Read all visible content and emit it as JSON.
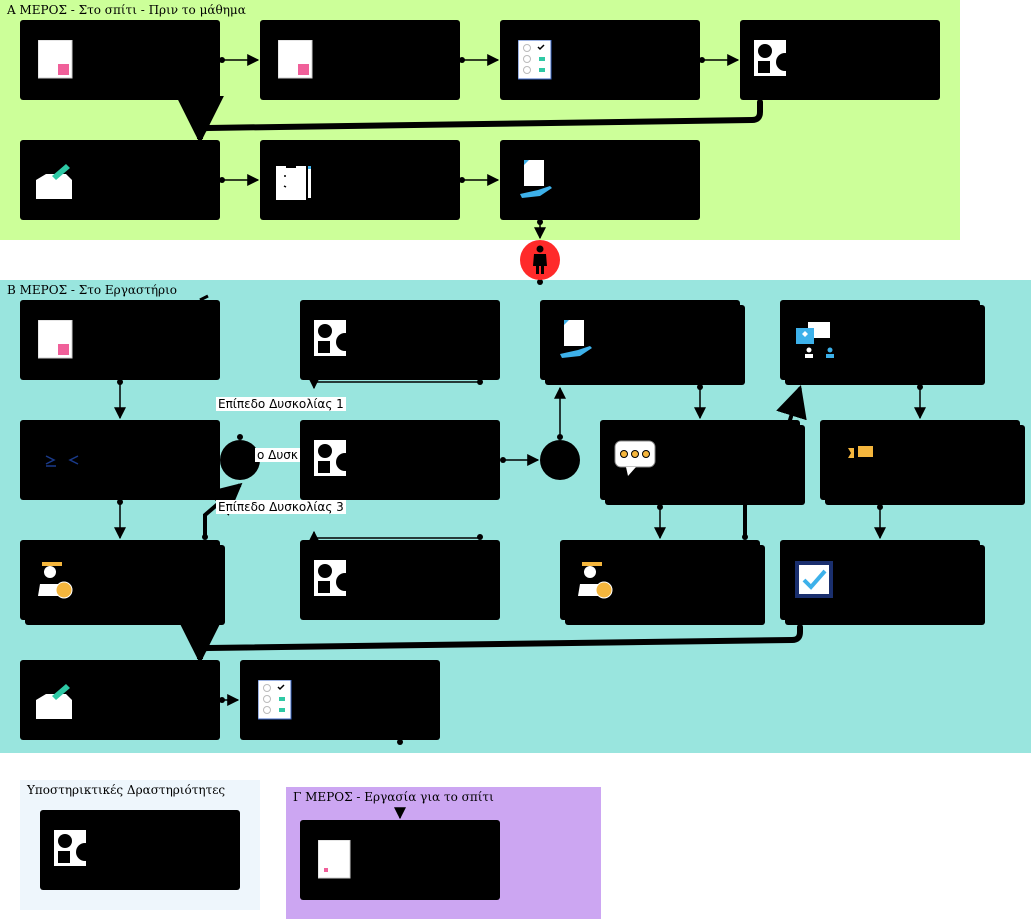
{
  "colors": {
    "part_a_bg": "#ccff99",
    "part_b_bg": "#99e5de",
    "support_bg": "#eef6fc",
    "part_c_bg": "#cca6f2",
    "card": "#000000",
    "person_node": "#ff2a2a",
    "accent_pink": "#f0609a",
    "accent_teal": "#2ec9a5",
    "accent_blue": "#3db1ea",
    "accent_orange": "#f5b63d"
  },
  "part_a": {
    "title": "Α ΜΕΡΟΣ - Στο σπίτι - Πριν το μάθημα"
  },
  "part_b": {
    "title": "Β ΜΕΡΟΣ - Στο Εργαστήριο"
  },
  "support": {
    "title": "Υποστηρικτικές Δραστηριότητες"
  },
  "part_c": {
    "title": "Γ ΜΕΡΟΣ - Εργασία για το σπίτι"
  },
  "difficulty": {
    "level1": "Επίπεδο Δυσκολίας 1",
    "level2": "ο Δυσκ",
    "level3": "Επίπεδο Δυσκολίας 3"
  },
  "icons": {
    "document": "document-icon",
    "checklist": "checklist-icon",
    "shapes": "shapes-icon",
    "inbox": "inbox-upload-icon",
    "clipboard": "clipboard-pencil-icon",
    "hand_document": "hand-document-icon",
    "person": "person-icon",
    "code": "code-icon",
    "chat": "chat-bubble-icon",
    "tags": "tags-icon",
    "teacher": "teacher-icon",
    "group_chat": "group-chat-icon",
    "check_certificate": "check-certificate-icon"
  }
}
